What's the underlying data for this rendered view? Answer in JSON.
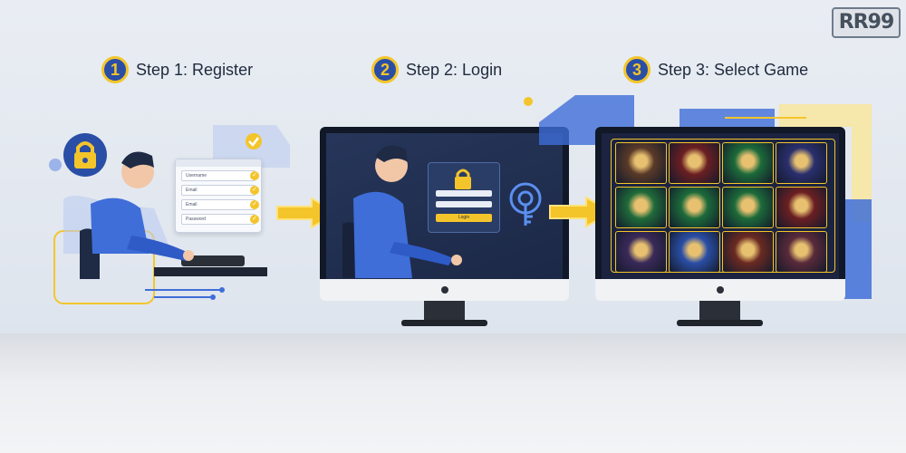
{
  "brand": {
    "logo_text": "RR99"
  },
  "steps": [
    {
      "number": "1",
      "label": "Step 1: Register"
    },
    {
      "number": "2",
      "label": "Step 2: Login"
    },
    {
      "number": "3",
      "label": "Step 3: Select Game"
    }
  ],
  "register_form": {
    "fields": [
      "Username",
      "Email",
      "Email",
      "Password"
    ]
  },
  "login_form": {
    "button_label": "Login"
  },
  "colors": {
    "accent_yellow": "#f4c52b",
    "brand_blue": "#2a4ea6",
    "screen_navy": "#1f2c4a"
  },
  "games": [
    {
      "label": "",
      "color": "#5a3a28"
    },
    {
      "label": "",
      "color": "#6b1f22"
    },
    {
      "label": "",
      "color": "#1c6b3a"
    },
    {
      "label": "",
      "color": "#2a2f6e"
    },
    {
      "label": "",
      "color": "#1f6b3a"
    },
    {
      "label": "",
      "color": "#1c6b3a"
    },
    {
      "label": "",
      "color": "#1c6b3a"
    },
    {
      "label": "",
      "color": "#6b1f22"
    },
    {
      "label": "",
      "color": "#3a2a5a"
    },
    {
      "label": "",
      "color": "#2a4ea6"
    },
    {
      "label": "",
      "color": "#6b2a22"
    },
    {
      "label": "",
      "color": "#5a2a3a"
    }
  ]
}
